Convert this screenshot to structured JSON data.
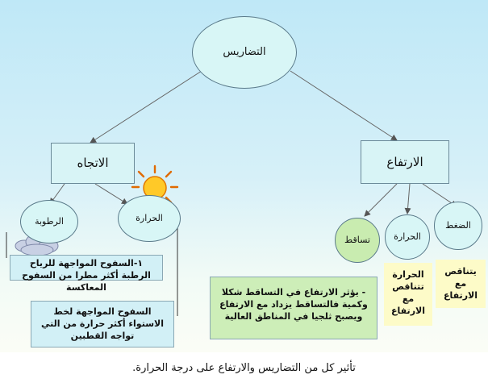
{
  "nodes": {
    "root": "التضاريس",
    "direction": "الاتجاه",
    "altitude": "الارتفاع",
    "humidity": "الرطوبة",
    "heat_dir": "الحرارة",
    "precip": "تساقط",
    "heat_alt": "الحرارة",
    "pressure": "الضغط"
  },
  "notes": {
    "humidity_note": "١-السفوح المواجهة للرياح الرطبة أكثر مطرا من السفوح المعاكسة",
    "heat_dir_note": "السفوح المواجهة لخط الاستواء أكثر حرارة من التي تواجه القطبين",
    "precip_note": "- يؤثر الارتفاع في التساقط شكلا وكمية فالتساقط يزداد مع الارتفاع ويصبح ثلجيا في المناطق العالية",
    "heat_alt_note": "الحرارة تتناقص مع الارتفاع",
    "pressure_note": "يتناقص مع الارتفاع"
  },
  "icons": [
    "sun-icon",
    "cloud-icon"
  ],
  "colors": {
    "node_fill": "#d8f6f6",
    "green_fill": "#c9ecb0",
    "note_yellow": "#fdfbc8",
    "note_green": "#cdeeb8",
    "note_blue": "#d2f0f6"
  },
  "caption": "تأثير كل من التضاريس والارتفاع على درجة الحرارة."
}
